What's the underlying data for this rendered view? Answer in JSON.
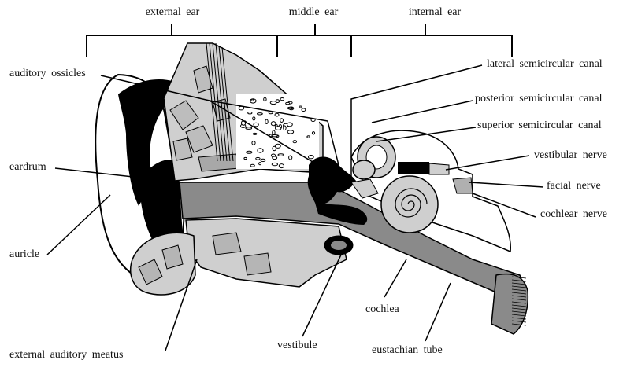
{
  "regions": {
    "external_ear": "external  ear",
    "middle_ear": "middle  ear",
    "internal_ear": "internal  ear"
  },
  "labels_left": {
    "auditory_ossicles": "auditory  ossicles",
    "eardrum": "eardrum",
    "auricle": "auricle",
    "external_auditory_meatus": "external  auditory  meatus"
  },
  "labels_right": {
    "lateral_semicircular_canal": "lateral  semicircular  canal",
    "posterior_semicircular_canal": "posterior  semicircular  canal",
    "superior_semicircular_canal": "superior  semicircular  canal",
    "vestibular_nerve": "vestibular  nerve",
    "facial_nerve": "facial  nerve",
    "cochlear_nerve": "cochlear  nerve"
  },
  "labels_bottom": {
    "cochlea": "cochlea",
    "vestibule": "vestibule",
    "eustachian_tube": "eustachian tube"
  },
  "colors": {
    "line": "#000000",
    "bone_light": "#d6d6d6",
    "bone_mid": "#b0b0b0",
    "canal_dark": "#8a8a8a",
    "fill_black": "#000000",
    "paper": "#ffffff"
  }
}
